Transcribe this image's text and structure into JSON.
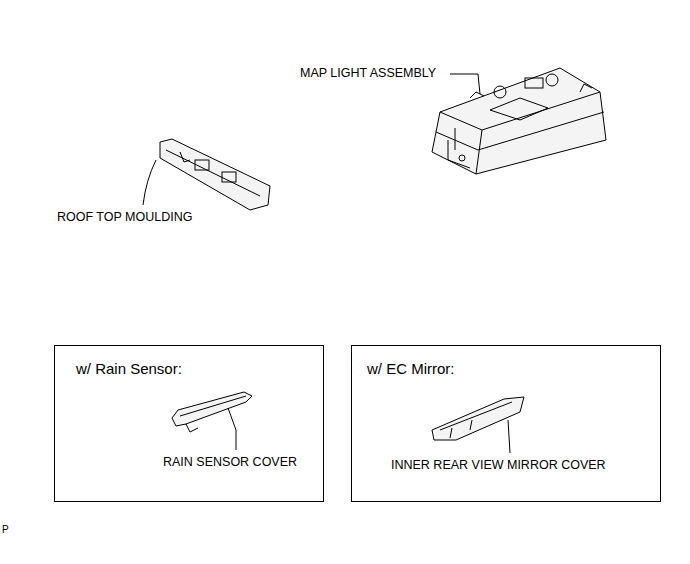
{
  "diagram": {
    "nodes": [
      {
        "text": [
          "w/ Rain Sensor:"
        ]
      },
      {
        "text": [
          "w/ EC Mirror:"
        ]
      }
    ],
    "labels": [
      "MAP LIGHT ASSEMBLY",
      "ROOF TOP MOULDING",
      "RAIN SENSOR COVER",
      "INNER REAR VIEW MIRROR COVER",
      "P"
    ]
  }
}
